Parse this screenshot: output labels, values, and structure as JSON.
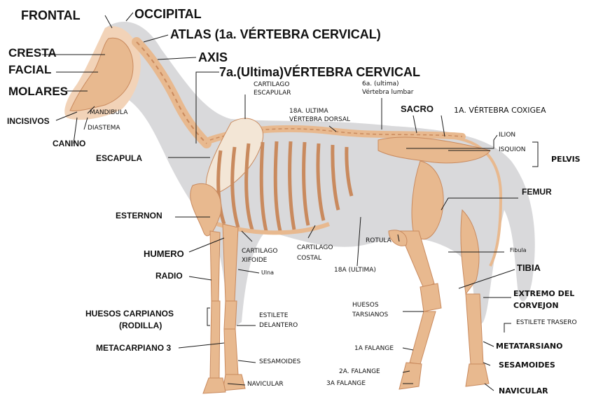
{
  "labels": {
    "frontal": "FRONTAL",
    "occipital": "OCCIPITAL",
    "atlas": "ATLAS (1a. VÉRTEBRA CERVICAL)",
    "axis": "AXIS",
    "cervical7": "7a.(Ultima)VÉRTEBRA CERVICAL",
    "cresta": "CRESTA",
    "facial": "FACIAL",
    "molares": "MOLARES",
    "incisivos": "INCISIVOS",
    "mandibula": "MANDIBULA",
    "diastema": "DIASTEMA",
    "canino": "CANINO",
    "cartilago_escapular_1": "CARTILAGO",
    "cartilago_escapular_2": "ESCAPULAR",
    "lumbar_1": "6a. (ultima)",
    "lumbar_2": "Vértebra lumbar",
    "dorsal_1": "18A. ULTIMA",
    "dorsal_2": "VÉRTEBRA DORSAL",
    "sacro": "SACRO",
    "coxigea": "1A. VÉRTEBRA COXIGEA",
    "ilion": "ILION",
    "isquion": "ISQUION",
    "pelvis": "PELVIS",
    "escapula": "ESCAPULA",
    "femur": "FEMUR",
    "esternon": "ESTERNON",
    "humero": "HUMERO",
    "cartilago_xifoide_1": "CARTILAGO",
    "cartilago_xifoide_2": "XIFOIDE",
    "cartilago_costal_1": "CARTILAGO",
    "cartilago_costal_2": "COSTAL",
    "rotula": "ROTULA",
    "fibula": "Fibula",
    "tibia": "TIBIA",
    "radio": "RADIO",
    "ulna": "Ulna",
    "costilla_18": "18A (ULTIMA)",
    "carpianos_1": "HUESOS CARPIANOS",
    "carpianos_2": "(RODILLA)",
    "estilete_del_1": "ESTILETE",
    "estilete_del_2": "DELANTERO",
    "tarsianos_1": "HUESOS",
    "tarsianos_2": "TARSIANOS",
    "corvejon_1": "EXTREMO DEL",
    "corvejon_2": "CORVEJON",
    "estilete_tras": "ESTILETE TRASERO",
    "metacarpiano": "METACARPIANO 3",
    "falange1": "1A FALANGE",
    "metatarsiano": "METATARSIANO",
    "sesamoides_front": "SESAMOIDES",
    "falange2": "2A. FALANGE",
    "falange3": "3A FALANGE",
    "sesamoides_rear": "SESAMOIDES",
    "navicular_front": "NAVICULAR",
    "navicular_rear": "NAVICULAR"
  },
  "colors": {
    "body_silhouette": "#d9d9db",
    "bone": "#e8b98f",
    "bone_dark": "#c98a5e",
    "skin": "#f2d3b8",
    "leader": "#1a1a1a"
  }
}
